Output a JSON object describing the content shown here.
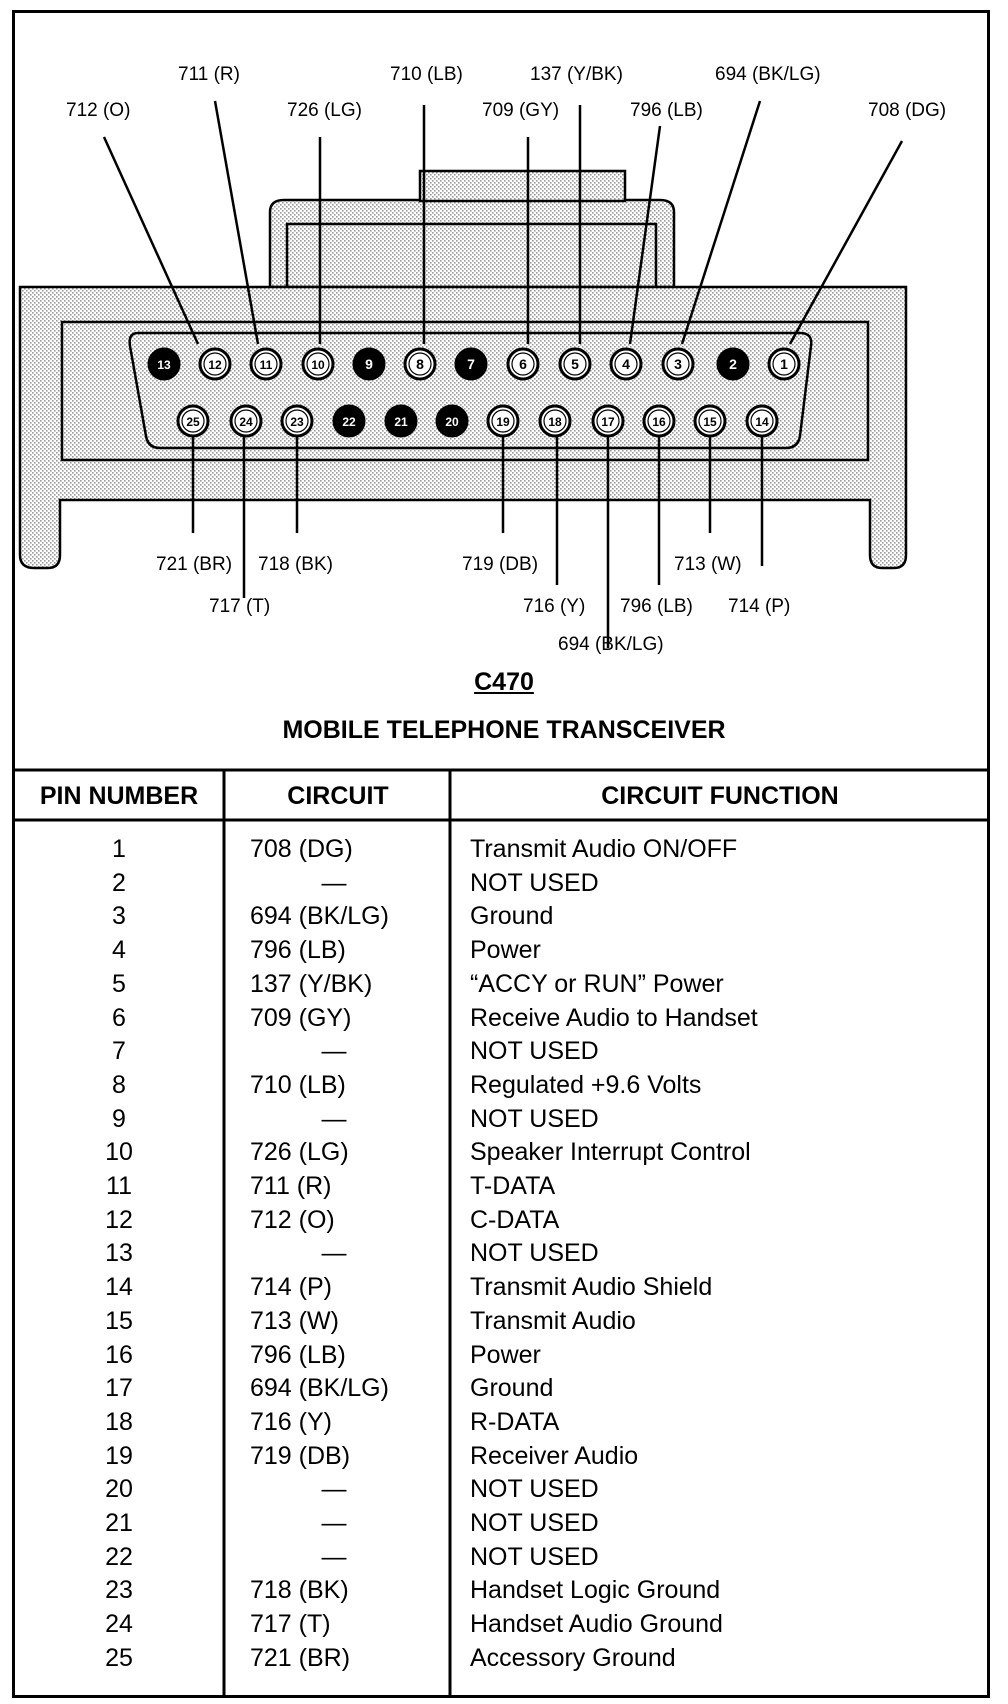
{
  "connector": {
    "id": "C470",
    "description": "MOBILE TELEPHONE TRANSCEIVER",
    "pins_top": [
      "13",
      "12",
      "11",
      "10",
      "9",
      "8",
      "7",
      "6",
      "5",
      "4",
      "3",
      "2",
      "1"
    ],
    "pins_bottom": [
      "25",
      "24",
      "23",
      "22",
      "21",
      "20",
      "19",
      "18",
      "17",
      "16",
      "15",
      "14"
    ],
    "filled_pins": [
      "13",
      "9",
      "7",
      "2",
      "22",
      "21",
      "20"
    ]
  },
  "callouts": {
    "top": {
      "712": "712 (O)",
      "711": "711 (R)",
      "726": "726 (LG)",
      "710": "710 (LB)",
      "137": "137 (Y/BK)",
      "709": "709 (GY)",
      "694": "694 (BK/LG)",
      "796": "796 (LB)",
      "708": "708 (DG)"
    },
    "bottom": {
      "721": "721 (BR)",
      "718": "718 (BK)",
      "717": "717 (T)",
      "719": "719 (DB)",
      "716": "716 (Y)",
      "796": "796 (LB)",
      "694": "694 (BK/LG)",
      "713": "713 (W)",
      "714": "714 (P)"
    }
  },
  "table": {
    "headers": [
      "PIN NUMBER",
      "CIRCUIT",
      "CIRCUIT FUNCTION"
    ],
    "rows": [
      {
        "pin": "1",
        "circuit": "708 (DG)",
        "function": "Transmit Audio ON/OFF"
      },
      {
        "pin": "2",
        "circuit": "—",
        "function": "NOT USED"
      },
      {
        "pin": "3",
        "circuit": "694 (BK/LG)",
        "function": "Ground"
      },
      {
        "pin": "4",
        "circuit": "796 (LB)",
        "function": "Power"
      },
      {
        "pin": "5",
        "circuit": "137 (Y/BK)",
        "function": "“ACCY or RUN” Power"
      },
      {
        "pin": "6",
        "circuit": "709 (GY)",
        "function": "Receive Audio to Handset"
      },
      {
        "pin": "7",
        "circuit": "—",
        "function": "NOT USED"
      },
      {
        "pin": "8",
        "circuit": "710 (LB)",
        "function": "Regulated +9.6 Volts"
      },
      {
        "pin": "9",
        "circuit": "—",
        "function": "NOT USED"
      },
      {
        "pin": "10",
        "circuit": "726 (LG)",
        "function": "Speaker Interrupt Control"
      },
      {
        "pin": "11",
        "circuit": "711 (R)",
        "function": "T-DATA"
      },
      {
        "pin": "12",
        "circuit": "712 (O)",
        "function": "C-DATA"
      },
      {
        "pin": "13",
        "circuit": "—",
        "function": "NOT USED"
      },
      {
        "pin": "14",
        "circuit": "714 (P)",
        "function": "Transmit Audio Shield"
      },
      {
        "pin": "15",
        "circuit": "713 (W)",
        "function": "Transmit Audio"
      },
      {
        "pin": "16",
        "circuit": "796 (LB)",
        "function": "Power"
      },
      {
        "pin": "17",
        "circuit": "694 (BK/LG)",
        "function": "Ground"
      },
      {
        "pin": "18",
        "circuit": "716 (Y)",
        "function": "R-DATA"
      },
      {
        "pin": "19",
        "circuit": "719 (DB)",
        "function": "Receiver Audio"
      },
      {
        "pin": "20",
        "circuit": "—",
        "function": "NOT USED"
      },
      {
        "pin": "21",
        "circuit": "—",
        "function": "NOT USED"
      },
      {
        "pin": "22",
        "circuit": "—",
        "function": "NOT USED"
      },
      {
        "pin": "23",
        "circuit": "718 (BK)",
        "function": "Handset Logic Ground"
      },
      {
        "pin": "24",
        "circuit": "717 (T)",
        "function": "Handset Audio Ground"
      },
      {
        "pin": "25",
        "circuit": "721 (BR)",
        "function": "Accessory Ground"
      }
    ]
  }
}
